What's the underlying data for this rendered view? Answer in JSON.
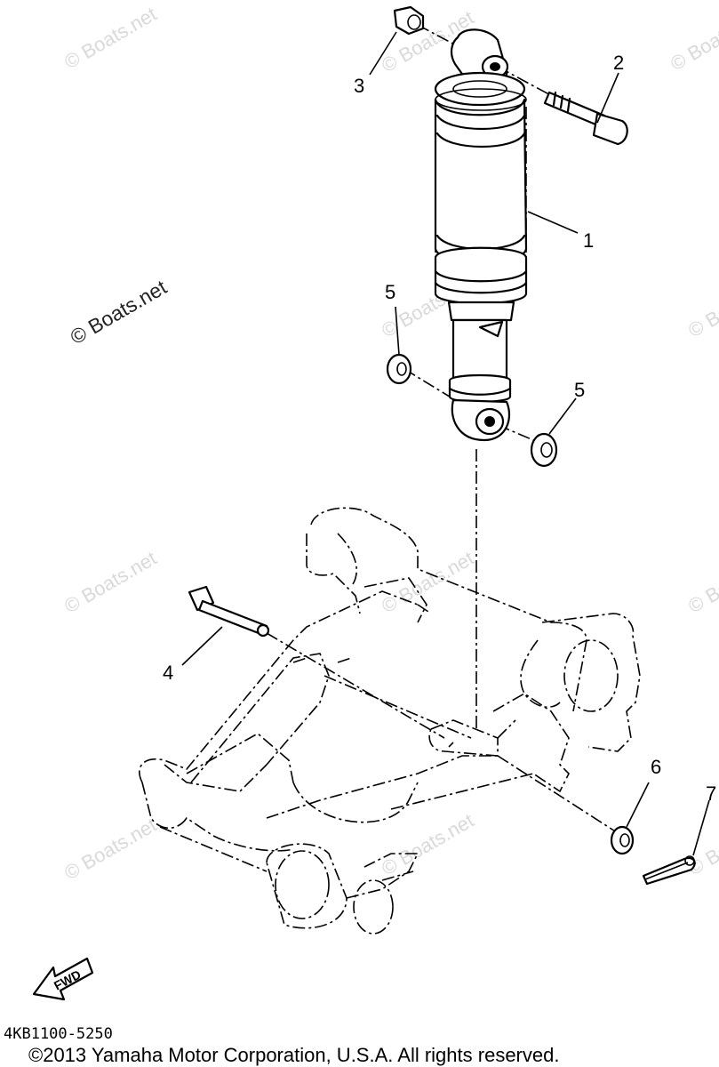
{
  "watermark": {
    "text": "© Boats.net"
  },
  "callouts": {
    "c1": "1",
    "c2": "2",
    "c3": "3",
    "c4": "4",
    "c5a": "5",
    "c5b": "5",
    "c6": "6",
    "c7": "7"
  },
  "fwd_label": "FWD",
  "part_code": "4KB1100-5250",
  "copyright": "©2013 Yamaha Motor Corporation, U.S.A. All rights reserved."
}
